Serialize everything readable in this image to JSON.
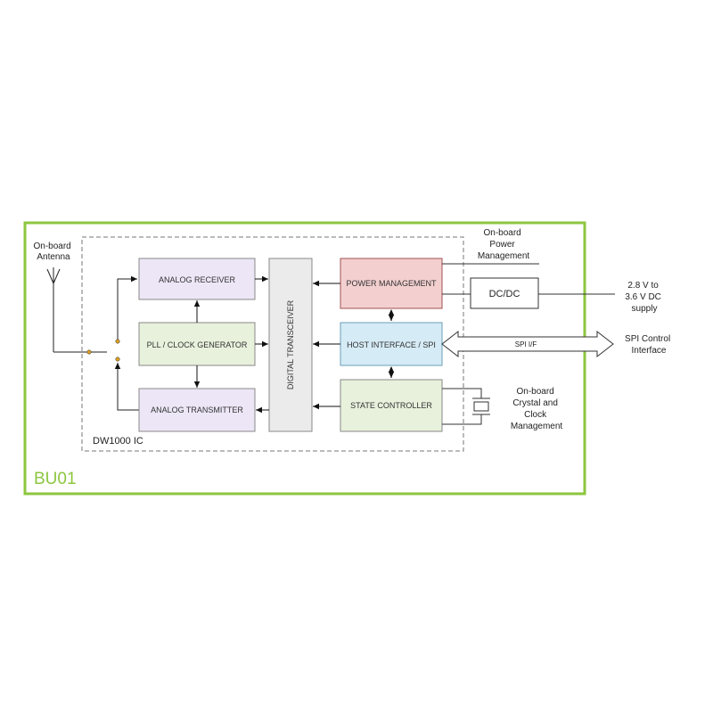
{
  "module": {
    "label": "BU01",
    "ic_label": "DW1000 IC"
  },
  "blocks": {
    "analog_receiver": "ANALOG RECEIVER",
    "pll_clock": "PLL / CLOCK GENERATOR",
    "analog_transmitter": "ANALOG TRANSMITTER",
    "digital_transceiver": "DIGITAL TRANSCEIVER",
    "power_management": "POWER MANAGEMENT",
    "host_interface": "HOST INTERFACE / SPI",
    "state_controller": "STATE CONTROLLER",
    "dcdc": "DC/DC"
  },
  "labels": {
    "antenna": [
      "On-board",
      "Antenna"
    ],
    "power_mgmt": [
      "On-board",
      "Power",
      "Management"
    ],
    "supply": [
      "2.8 V to",
      "3.6 V DC",
      "supply"
    ],
    "spi_bus": "SPI I/F",
    "spi_control": [
      "SPI Control",
      "Interface"
    ],
    "crystal": [
      "On-board",
      "Crystal and",
      "Clock",
      "Management"
    ]
  },
  "colors": {
    "module_border": "#8dc63f",
    "analog_receiver": "#ece6f6",
    "pll_clock": "#e7f1dc",
    "analog_transmitter": "#ece6f6",
    "digital_transceiver": "#ebebeb",
    "power_management": "#f3cfcf",
    "host_interface": "#d5ebf5",
    "state_controller": "#e7f1dc"
  }
}
